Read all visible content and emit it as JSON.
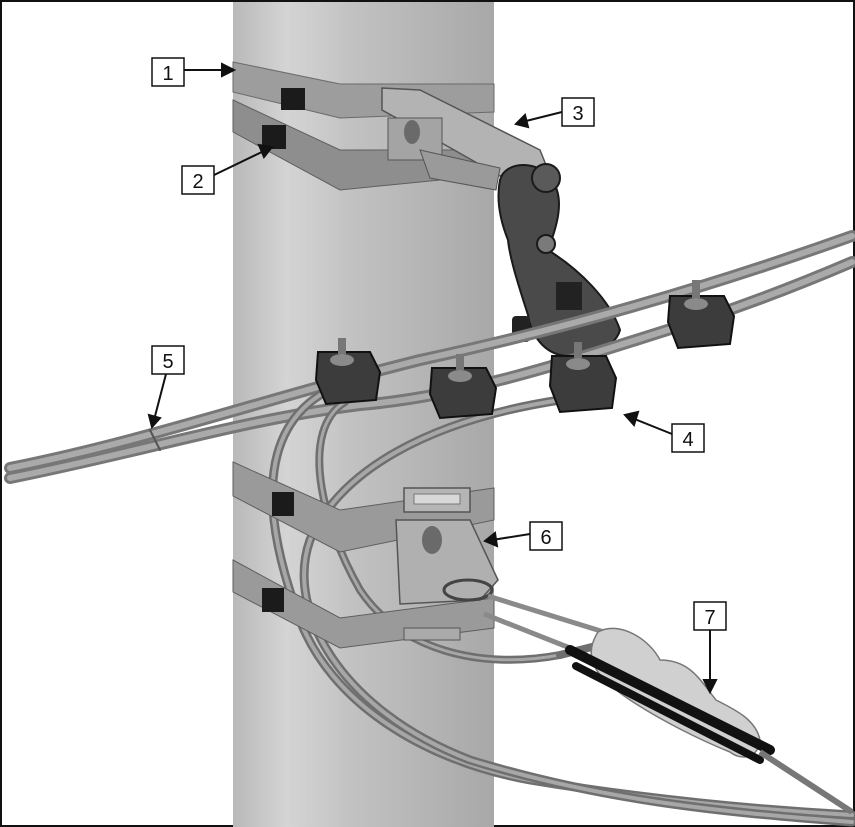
{
  "callouts": [
    {
      "id": "1",
      "label": "1"
    },
    {
      "id": "2",
      "label": "2"
    },
    {
      "id": "3",
      "label": "3"
    },
    {
      "id": "4",
      "label": "4"
    },
    {
      "id": "5",
      "label": "5"
    },
    {
      "id": "6",
      "label": "6"
    },
    {
      "id": "7",
      "label": "7"
    }
  ],
  "colors": {
    "pole_front": "#cfcfcf",
    "pole_side": "#bdbdbd",
    "band": "#9a9a9a",
    "clamp_dark": "#3a3a3a",
    "cable": "#8a8a8a",
    "outline": "#1a1a1a"
  }
}
